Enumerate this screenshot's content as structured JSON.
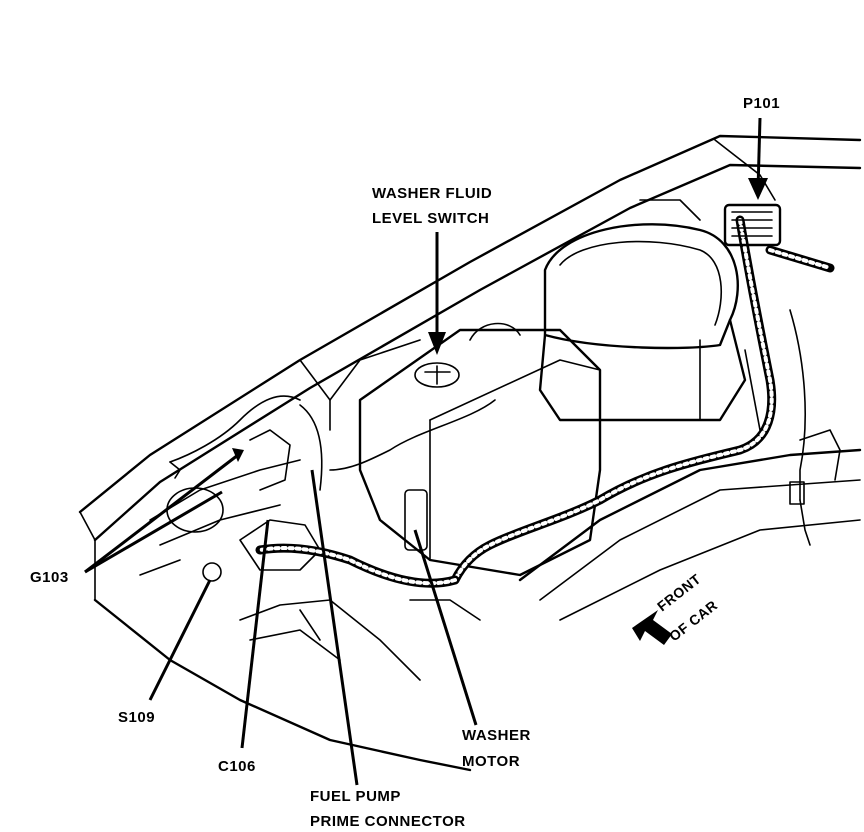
{
  "labels": {
    "p101": "P101",
    "washer_fluid_line1": "WASHER FLUID",
    "washer_fluid_line2": "LEVEL SWITCH",
    "g103": "G103",
    "s109": "S109",
    "c106": "C106",
    "fuel_pump_line1": "FUEL PUMP",
    "fuel_pump_line2": "PRIME CONNECTOR",
    "washer_motor_line1": "WASHER",
    "washer_motor_line2": "MOTOR",
    "front_line1": "FRONT",
    "front_line2": "OF CAR"
  },
  "colors": {
    "ink": "#000000",
    "paper": "#ffffff"
  }
}
